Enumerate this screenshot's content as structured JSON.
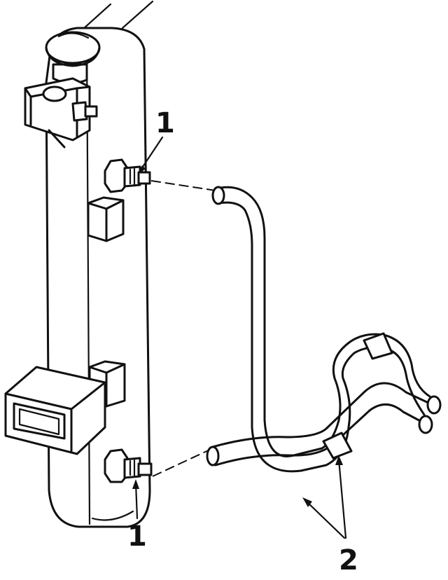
{
  "callouts": [
    {
      "id": "1",
      "label": "1"
    },
    {
      "id": "1b",
      "label": "1"
    },
    {
      "id": "2",
      "label": "2"
    }
  ]
}
